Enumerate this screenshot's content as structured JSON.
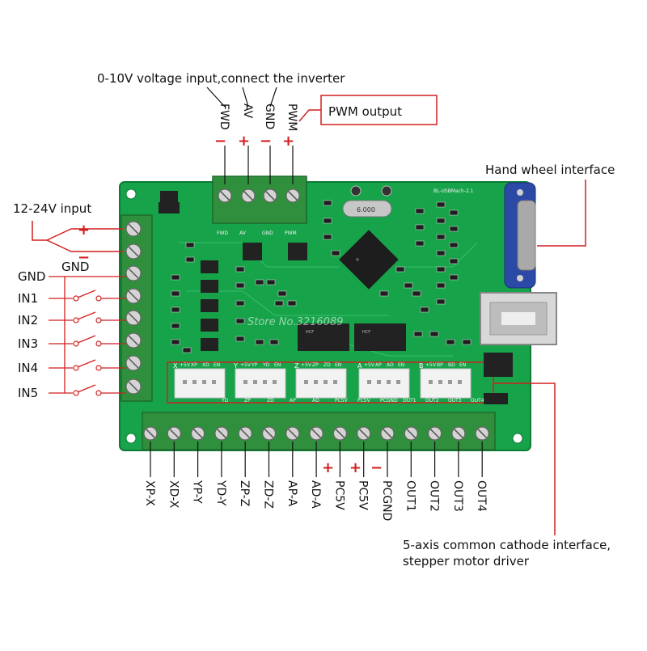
{
  "callouts": {
    "voltage_input": "0-10V voltage input,connect the inverter",
    "pwm_output": "PWM output",
    "hand_wheel": "Hand wheel interface",
    "power_input": "12-24V input",
    "power_gnd": "GND",
    "axis_line1": "5-axis common cathode interface,",
    "axis_line2": "stepper motor driver"
  },
  "top_pins": {
    "labels": [
      "FWD",
      "AV",
      "GND",
      "PWM"
    ],
    "signs": [
      "−",
      "+",
      "−",
      "+"
    ]
  },
  "power_signs": [
    "+",
    "−"
  ],
  "left_inputs": [
    "GND",
    "IN1",
    "IN2",
    "IN3",
    "IN4",
    "IN5"
  ],
  "bottom_pins": [
    "XP-X",
    "XD-X",
    "YP-Y",
    "YD-Y",
    "ZP-Z",
    "ZD-Z",
    "AP-A",
    "AD-A",
    "PC5V",
    "PC5V",
    "PCGND",
    "OUT1",
    "OUT2",
    "OUT3",
    "OUT4"
  ],
  "bottom_signs": {
    "pc5v_a": "+",
    "pc5v_b": "+",
    "pcgnd": "−"
  },
  "board_silk": {
    "model": "BL-USBMach-2.1",
    "crystal": "6.000",
    "top_terms": [
      "FWD",
      "AV",
      "GND",
      "PWM"
    ],
    "axis_headers": [
      "X",
      "Y",
      "Z",
      "A",
      "B"
    ],
    "header_pins": [
      "+5V",
      "XP",
      "XD",
      "EN",
      "+5V",
      "YP",
      "YD",
      "EN",
      "+5V",
      "ZP",
      "ZD",
      "EN",
      "+5V",
      "AP",
      "AD",
      "EN",
      "+5V",
      "BP",
      "BD",
      "EN"
    ],
    "bottom_silk": [
      "YD",
      "ZP",
      "ZD",
      "AP",
      "AD",
      "PC5V",
      "PC5V",
      "PCGND",
      "OUT1",
      "OUT2",
      "OUT3",
      "OUT4"
    ],
    "watermark": "Store No.3216089"
  },
  "colors": {
    "board": "#17a34a",
    "terminal": "#2f8f3c",
    "red": "#d21f1f",
    "vga": "#2c4aa5"
  }
}
